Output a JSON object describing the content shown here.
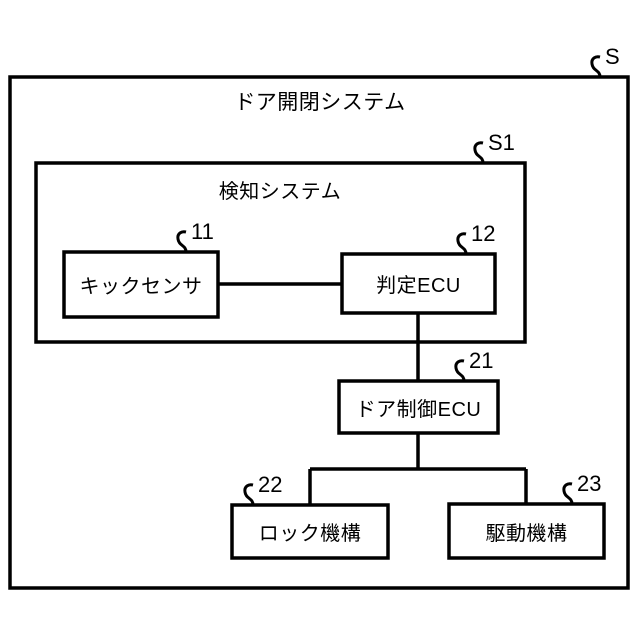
{
  "figure": {
    "type": "patent-block-diagram",
    "background_color": "#ffffff",
    "line_color": "#000000",
    "outer_system": {
      "ref": "S",
      "title": "ドア開閉システム"
    },
    "detection_system": {
      "ref": "S1",
      "title": "検知システム"
    },
    "nodes": [
      {
        "id": "kick-sensor",
        "label": "キックセンサ",
        "ref": "11"
      },
      {
        "id": "judgement-ecu",
        "label": "判定ECU",
        "ref": "12"
      },
      {
        "id": "door-control-ecu",
        "label": "ドア制御ECU",
        "ref": "21"
      },
      {
        "id": "lock-mechanism",
        "label": "ロック機構",
        "ref": "22"
      },
      {
        "id": "drive-mechanism",
        "label": "駆動機構",
        "ref": "23"
      }
    ],
    "connections": [
      {
        "from": "kick-sensor",
        "to": "judgement-ecu",
        "style": "horizontal-line"
      },
      {
        "from": "judgement-ecu",
        "to": "door-control-ecu",
        "style": "vertical-line"
      },
      {
        "from": "door-control-ecu",
        "to": "lock-mechanism",
        "style": "branch-bus"
      },
      {
        "from": "door-control-ecu",
        "to": "drive-mechanism",
        "style": "branch-bus"
      }
    ]
  }
}
